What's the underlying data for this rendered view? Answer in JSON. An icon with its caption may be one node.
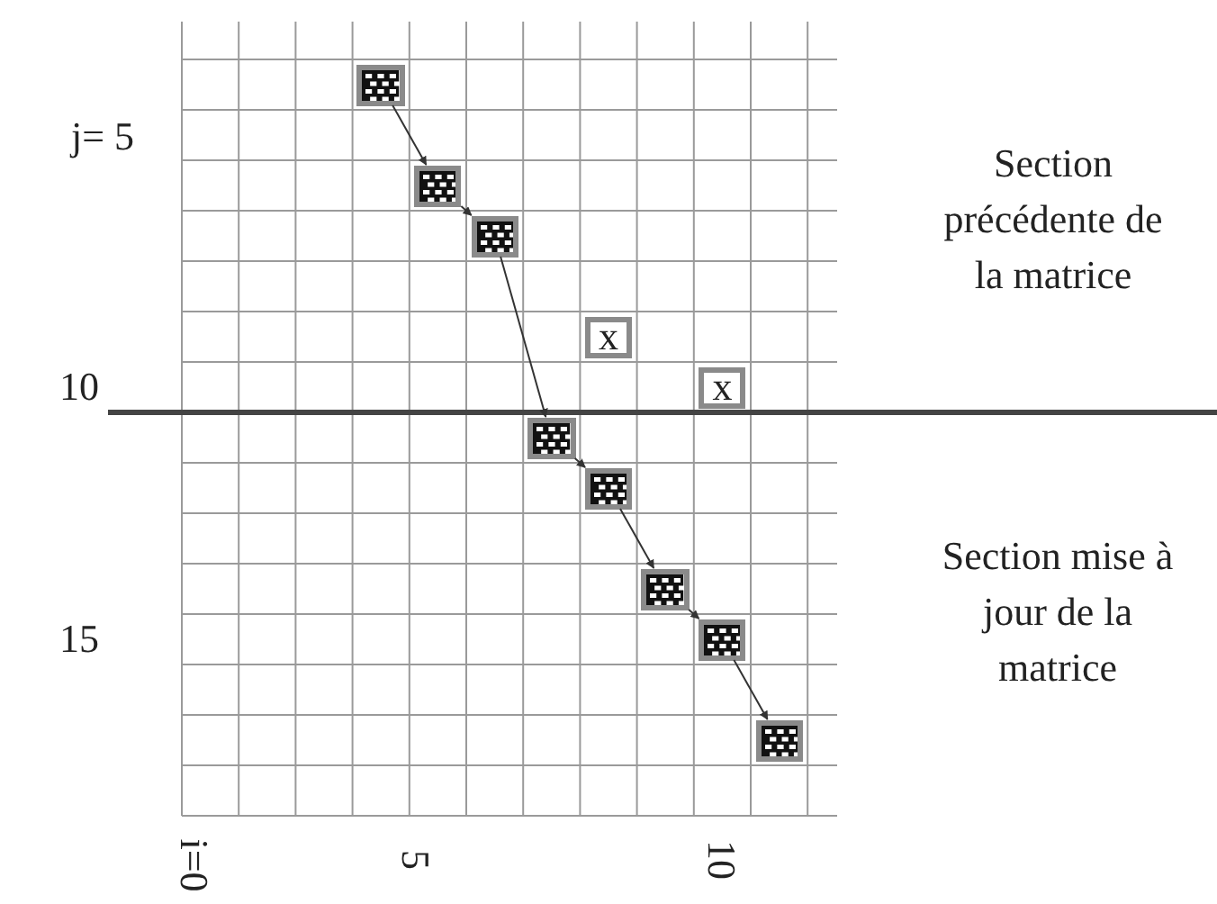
{
  "diagram": {
    "nodes": [
      {
        "text": [],
        "shape": "box"
      },
      {
        "text": [],
        "shape": "box"
      },
      {
        "text": [],
        "shape": "box"
      },
      {
        "text": [
          "x"
        ]
      },
      {
        "text": [
          "x"
        ]
      },
      {
        "text": [],
        "shape": "box"
      },
      {
        "text": [],
        "shape": "box"
      },
      {
        "text": [],
        "shape": "box"
      },
      {
        "text": [],
        "shape": "box"
      },
      {
        "text": [],
        "shape": "box"
      }
    ],
    "edges": [
      {
        "from": 0,
        "to": 1,
        "arrow": "to"
      },
      {
        "from": 1,
        "to": 2,
        "arrow": "to"
      },
      {
        "from": 2,
        "to": 5,
        "arrow": "to"
      },
      {
        "from": 5,
        "to": 6,
        "arrow": "to"
      },
      {
        "from": 6,
        "to": 7,
        "arrow": "to"
      },
      {
        "from": 7,
        "to": 8,
        "arrow": "to"
      },
      {
        "from": 8,
        "to": 9,
        "arrow": "to"
      }
    ],
    "labels": [
      "j= 5",
      "Section précédente de la matrice",
      "10",
      "Section mise à jour de la matrice",
      "15",
      "i=0",
      "5",
      "10"
    ]
  }
}
